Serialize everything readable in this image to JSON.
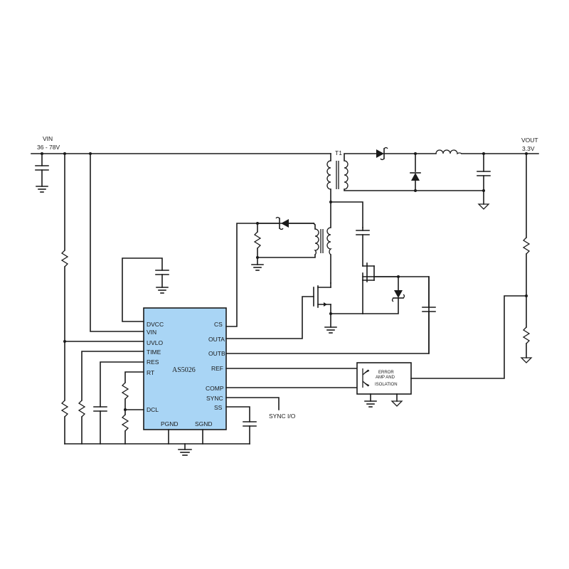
{
  "input": {
    "label": "VIN",
    "range": "36 - 78V"
  },
  "output": {
    "label": "VOUT",
    "value": "3.3V"
  },
  "transformer": {
    "label": "T1"
  },
  "ic": {
    "name": "AS5026",
    "fill": "#a9d5f5",
    "pins_left": [
      "DVCC",
      "VIN",
      "UVLO",
      "TIME",
      "RES",
      "RT",
      "DCL"
    ],
    "pins_right": [
      "CS",
      "OUTA",
      "OUTB",
      "REF",
      "COMP",
      "SYNC",
      "SS"
    ],
    "pins_bottom": [
      "PGND",
      "SGND"
    ]
  },
  "feedback_block": {
    "line1": "ERROR",
    "line2": "AMP AND",
    "line3": "ISOLATION"
  },
  "sync_label": "SYNC I/O"
}
